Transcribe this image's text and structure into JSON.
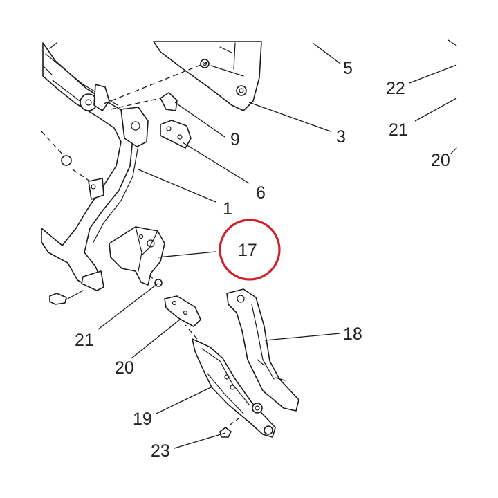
{
  "diagram": {
    "labels": {
      "p1": "1",
      "p3": "3",
      "p5": "5",
      "p6": "6",
      "p9": "9",
      "p17": "17",
      "p18": "18",
      "p19": "19",
      "p20_left": "20",
      "p20_right": "20",
      "p21_left": "21",
      "p21_right": "21",
      "p22": "22",
      "p23": "23"
    },
    "highlight": {
      "target_label": "17",
      "color": "#d0212a"
    }
  }
}
